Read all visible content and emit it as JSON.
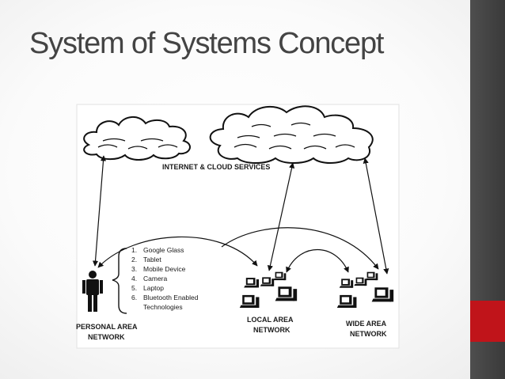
{
  "slide": {
    "title": "System of Systems Concept"
  },
  "diagram": {
    "cloud_label": "INTERNET & CLOUD SERVICES",
    "devices": [
      {
        "num": "1.",
        "name": "Google Glass"
      },
      {
        "num": "2.",
        "name": "Tablet"
      },
      {
        "num": "3.",
        "name": "Mobile Device"
      },
      {
        "num": "4.",
        "name": "Camera"
      },
      {
        "num": "5.",
        "name": "Laptop"
      },
      {
        "num": "6.",
        "name": "Bluetooth Enabled"
      },
      {
        "num": "",
        "name": "Technologies"
      }
    ],
    "pan": {
      "line1": "PERSONAL  AREA",
      "line2": "NETWORK"
    },
    "lan": {
      "line1": "LOCAL AREA",
      "line2": "NETWORK"
    },
    "wan": {
      "line1": "WIDE AREA",
      "line2": "NETWORK"
    }
  },
  "colors": {
    "title": "#444444",
    "sidebar": "#444444",
    "accent": "#c0141a"
  }
}
